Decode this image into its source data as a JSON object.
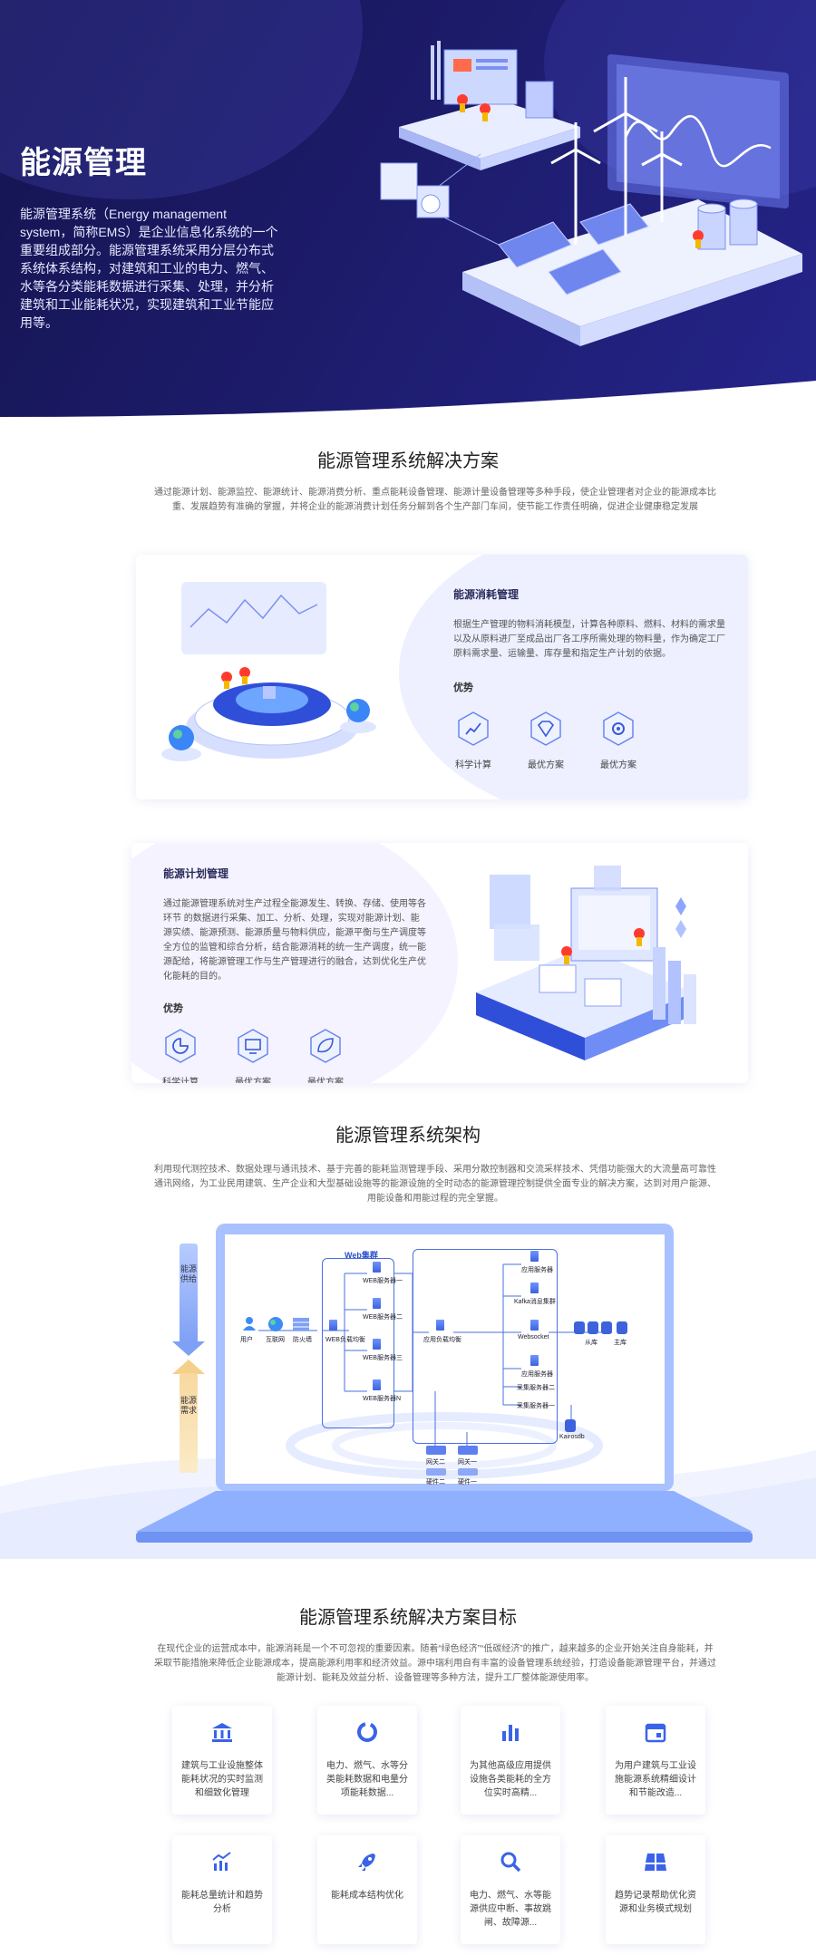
{
  "hero": {
    "title": "能源管理",
    "description": "能源管理系统（Energy management system，简称EMS）是企业信息化系统的一个重要组成部分。能源管理系统采用分层分布式系统体系结构，对建筑和工业的电力、燃气、水等各分类能耗数据进行采集、处理，并分析建筑和工业能耗状况，实现建筑和工业节能应用等。"
  },
  "solution": {
    "title": "能源管理系统解决方案",
    "description": "通过能源计划、能源监控、能源统计、能源消费分析、重点能耗设备管理、能源计量设备管理等多种手段，使企业管理者对企业的能源成本比重、发展趋势有准确的掌握，并将企业的能源消费计划任务分解到各个生产部门车间，使节能工作责任明确，促进企业健康稳定发展",
    "card1": {
      "heading": "能源消耗管理",
      "text": "根据生产管理的物料消耗模型，计算各种原料、燃料、材料的需求量以及从原料进厂至成品出厂各工序所需处理的物料量，作为确定工厂原料需求量、运输量、库存量和指定生产计划的依据。",
      "adv_title": "优势",
      "advantages": [
        "科学计算",
        "最优方案",
        "最优方案"
      ]
    },
    "card2": {
      "heading": "能源计划管理",
      "text": "通过能源管理系统对生产过程全能源发生、转换、存储、使用等各环节 的数据进行采集、加工、分析、处理，实现对能源计划、能源实绩、能源预测、能源质量与物料供应，能源平衡与生产调度等全方位的监管和综合分析，结合能源消耗的统一生产调度，统一能源配给，将能源管理工作与生产管理进行的融合，达到优化生产优化能耗的目的。",
      "adv_title": "优势",
      "advantages": [
        "科学计算",
        "最优方案",
        "最优方案"
      ]
    }
  },
  "architecture": {
    "title": "能源管理系统架构",
    "description": "利用现代测控技术、数据处理与通讯技术、基于完善的能耗监测管理手段、采用分散控制器和交流采样技术、凭借功能强大的大流量高可靠性通讯网络，为工业民用建筑、生产企业和大型基础设施等的能源设施的全时动态的能源管理控制提供全面专业的解决方案，达到对用户能源、用能设备和用能过程的完全掌握。",
    "flow_down": "能源供给",
    "flow_up": "能源需求",
    "diagram": {
      "web_cluster": "Web集群",
      "user": "用户",
      "internet": "互联网",
      "firewall": "防火墙",
      "web_lb": "WEB负载均衡",
      "web_servers": [
        "WEB服务器一",
        "WEB服务器二",
        "WEB服务器三",
        "WEB服务器N"
      ],
      "app_lb": "应用负载均衡",
      "app_server": "应用服务器",
      "kafka": "Kafka消息集群",
      "websocket": "Websocket",
      "app_server2": "应用服务器",
      "collectors": [
        "采集服务器二",
        "采集服务器一"
      ],
      "db_slave": "从库",
      "db_master": "主库",
      "kairosdb": "Kairosdb",
      "gateways": [
        "网关二",
        "网关一"
      ],
      "hardware": [
        "硬件二",
        "硬件一"
      ]
    }
  },
  "goals": {
    "title": "能源管理系统解决方案目标",
    "description": "在现代企业的运营成本中，能源消耗是一个不可忽视的重要因素。随着“绿色经济”“低碳经济”的推广，越来越多的企业开始关注自身能耗，并采取节能措施来降低企业能源成本，提高能源利用率和经济效益。源中瑞利用自有丰富的设备管理系统经验，打造设备能源管理平台，并通过能源计划、能耗及效益分析、设备管理等多种方法，提升工厂整体能源使用率。",
    "items": [
      {
        "icon": "bank-icon",
        "text": "建筑与工业设施整体能耗状况的实时监测和细致化管理"
      },
      {
        "icon": "ring-chart-icon",
        "text": "电力、燃气、水等分类能耗数据和电量分项能耗数据..."
      },
      {
        "icon": "bar-chart-icon",
        "text": "为其他高级应用提供设施各类能耗的全方位实时高精..."
      },
      {
        "icon": "calendar-icon",
        "text": "为用户建筑与工业设施能源系统精细设计和节能改造..."
      },
      {
        "icon": "trend-chart-icon",
        "text": "能耗总量统计和趋势分析"
      },
      {
        "icon": "rocket-icon",
        "text": "能耗成本结构优化"
      },
      {
        "icon": "search-icon",
        "text": "电力、燃气、水等能源供应中断、事故跳闸、故障源..."
      },
      {
        "icon": "layers-icon",
        "text": "趋势记录帮助优化资源和业务模式规划"
      }
    ]
  }
}
